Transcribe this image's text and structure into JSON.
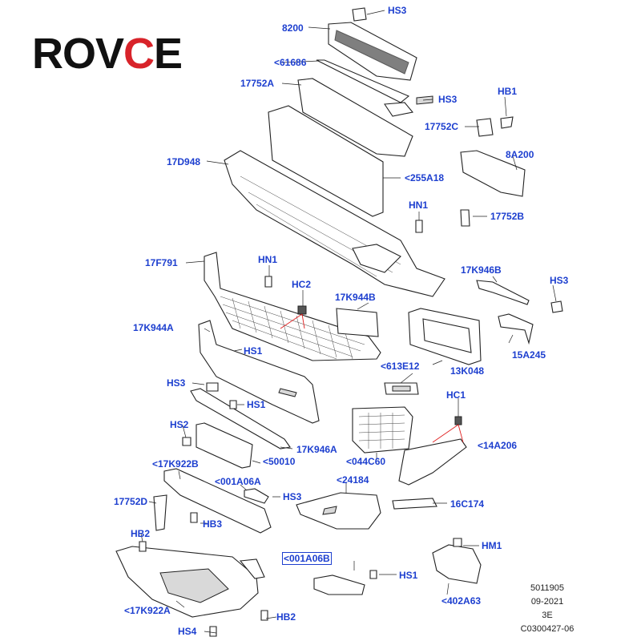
{
  "logo": {
    "text_a": "ROV",
    "text_b": "C",
    "text_c": "E"
  },
  "callouts": {
    "c_hs3_top": "HS3",
    "c_8200": "8200",
    "c_61686": "<61686",
    "c_17752a": "17752A",
    "c_hs3_mid": "HS3",
    "c_hb1": "HB1",
    "c_17752c": "17752C",
    "c_8a200": "8A200",
    "c_17d948": "17D948",
    "c_255a18": "<255A18",
    "c_hn1_a": "HN1",
    "c_17752b": "17752B",
    "c_17f791": "17F791",
    "c_hn1_b": "HN1",
    "c_hc2": "HC2",
    "c_17k944b": "17K944B",
    "c_17k946b": "17K946B",
    "c_hs3_right": "HS3",
    "c_17k944a": "17K944A",
    "c_hs1_a": "HS1",
    "c_15a245": "15A245",
    "c_613e12": "<613E12",
    "c_13k048": "13K048",
    "c_hs3_left": "HS3",
    "c_hs1_b": "HS1",
    "c_hc1": "HC1",
    "c_hs2": "HS2",
    "c_17k946a": "17K946A",
    "c_14a206": "<14A206",
    "c_50010": "<50010",
    "c_044c60": "<044C60",
    "c_17k922b": "<17K922B",
    "c_001a06a": "<001A06A",
    "c_24184": "<24184",
    "c_hs3_low": "HS3",
    "c_16c174": "16C174",
    "c_17752d": "17752D",
    "c_hb3": "HB3",
    "c_hb2_a": "HB2",
    "c_hm1": "HM1",
    "c_001a06b": "<001A06B",
    "c_hs1_c": "HS1",
    "c_402a63": "<402A63",
    "c_17k922a": "<17K922A",
    "c_hb2_b": "HB2",
    "c_hs4": "HS4"
  },
  "footer": {
    "line1": "5011905",
    "line2": "09-2021",
    "line3": "3E",
    "line4": "C0300427-06"
  },
  "colors": {
    "callout": "#1d3fcf",
    "logo_accent": "#d8232a",
    "red_lead": "#e02020"
  }
}
